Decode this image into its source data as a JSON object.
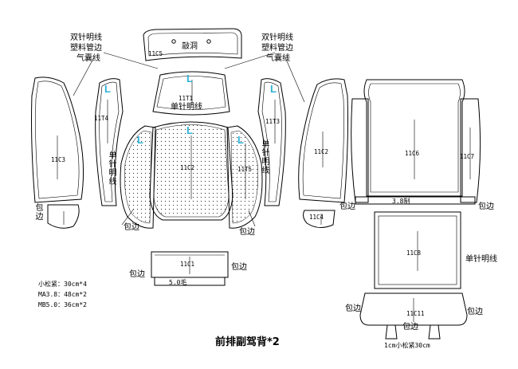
{
  "title": "前排副驾背*2",
  "parts": {
    "c5": "11C5",
    "c5_note": "敲洞",
    "t1": "11T1",
    "t1_note": "单针明线",
    "t4": "11T4",
    "t3": "11T3",
    "c3": "11C3",
    "c2_center": "11C2",
    "t5": "11T5",
    "c2": "11C2",
    "c4": "11C4",
    "c6": "11C6",
    "c7": "11C7",
    "c1": "11C1",
    "c8": "11C8",
    "c11": "11C11"
  },
  "labels": {
    "left_seam": [
      "双针明线",
      "塑料管边",
      "气囊线"
    ],
    "right_seam": [
      "双针明线",
      "塑料管边",
      "气囊线"
    ],
    "left_single": "单针明线",
    "right_single": "单针明线",
    "hem_c3": "包边",
    "hem_center_left": "包边",
    "hem_center_right": "包边",
    "hem_c4": "包边",
    "hem_c6": "包边",
    "hem_c1_left": "包边",
    "hem_c1_right": "包边",
    "hem_c11_left": "包边",
    "hem_c11_right": "包边",
    "hem_c11_bottom": "包边",
    "felt_50": "5.0毛",
    "dim_38": "3.8制",
    "bottom_note": "1cm小松紧30cm",
    "marks": [
      "L",
      "L",
      "L",
      "L",
      "L"
    ]
  },
  "notes": [
    "小松紧：30cm*4",
    "MA3.8：48cm*2",
    "MB5.0：36cm*2"
  ]
}
